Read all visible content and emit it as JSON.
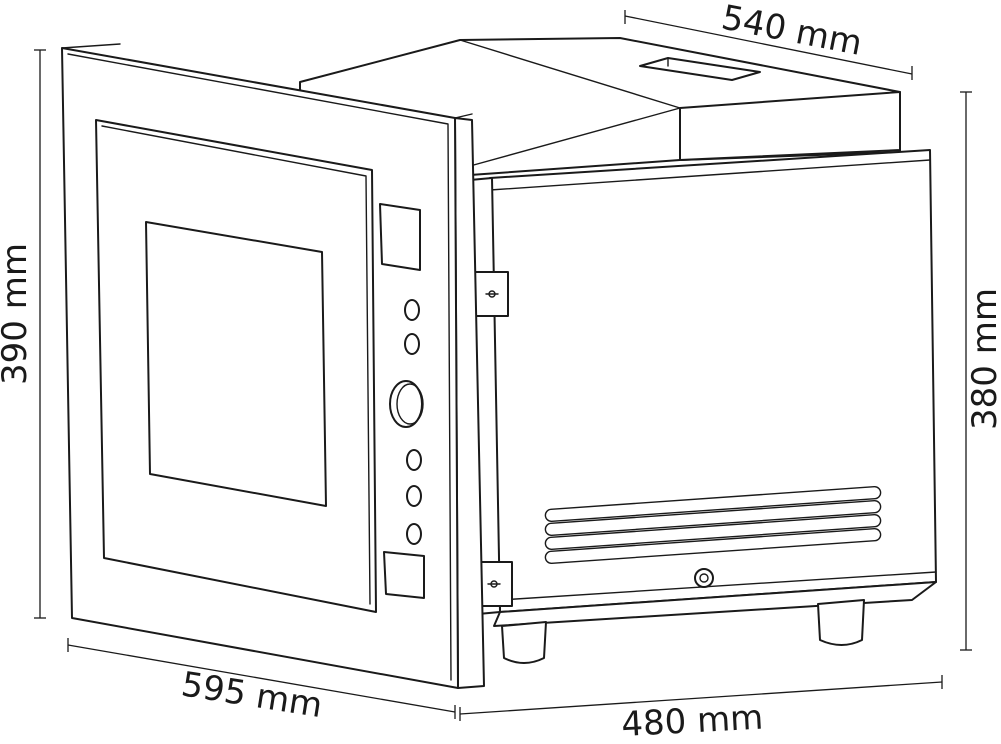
{
  "product": "built-in-microwave-oven",
  "dimensions": {
    "top_depth": "540 mm",
    "front_height": "390 mm",
    "body_height": "380 mm",
    "front_width": "595 mm",
    "body_depth": "480 mm"
  },
  "colors": {
    "line": "#1a1a1a",
    "background": "#ffffff"
  }
}
